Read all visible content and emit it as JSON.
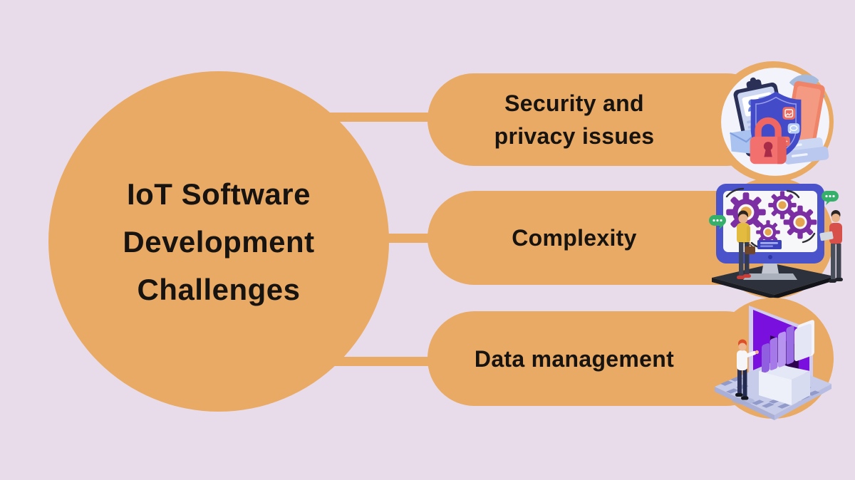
{
  "title": {
    "text": "IoT Software Development Challenges",
    "lines": [
      "IoT Software",
      "Development",
      "Challenges"
    ]
  },
  "items": [
    {
      "label": "Security and privacy issues",
      "lines": [
        "Security and",
        "privacy issues"
      ],
      "icon": "security-shield-lock-icon"
    },
    {
      "label": "Complexity",
      "lines": [
        "Complexity"
      ],
      "icon": "monitor-gears-teamwork-icon"
    },
    {
      "label": "Data management",
      "lines": [
        "Data management"
      ],
      "icon": "laptop-folder-archive-icon"
    }
  ],
  "colors": {
    "background": "#e8dcea",
    "accent": "#e8aa64",
    "text": "#171310",
    "illustration": {
      "white_disc": "#f3f4fb",
      "shield_blue": "#434bc8",
      "lock_coral": "#f2706d",
      "clipboard_navy": "#2b3057",
      "gear_purple": "#7b2fa2",
      "gear_center_orange": "#e5a44e",
      "monitor_blue": "#4a53c9",
      "speech_green": "#35b06a",
      "platform_dark": "#2c313b",
      "screen_purple": "#7a10dd",
      "folder_purple": "#a57ae8",
      "laptop_base": "#c6cce9"
    }
  }
}
